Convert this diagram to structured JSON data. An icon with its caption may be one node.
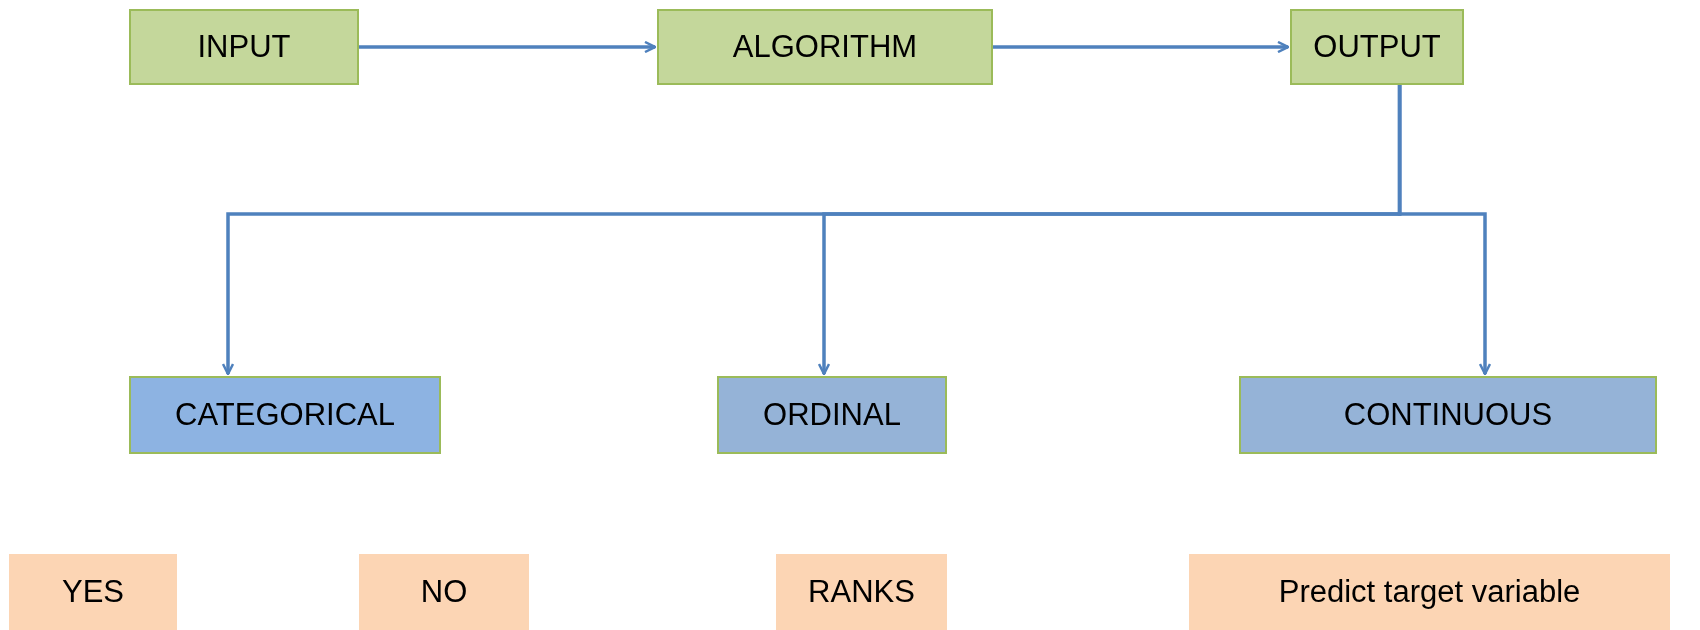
{
  "diagram": {
    "nodes": [
      {
        "text": [
          "INPUT"
        ]
      },
      {
        "text": [
          "ALGORITHM"
        ]
      },
      {
        "text": [
          "OUTPUT"
        ]
      },
      {
        "text": [
          "CATEGORICAL"
        ]
      },
      {
        "text": [
          "ORDINAL"
        ]
      },
      {
        "text": [
          "CONTINUOUS"
        ]
      },
      {
        "text": [
          "YES"
        ]
      },
      {
        "text": [
          "NO"
        ]
      },
      {
        "text": [
          "RANKS"
        ]
      },
      {
        "text": [
          "Predict target variable"
        ]
      }
    ],
    "edges": [
      {
        "from": 0,
        "to": 1,
        "arrow": "to"
      },
      {
        "from": 1,
        "to": 2,
        "arrow": "to"
      },
      {
        "from": 2,
        "to": 3,
        "arrow": "to"
      },
      {
        "from": 2,
        "to": 4,
        "arrow": "to"
      },
      {
        "from": 2,
        "to": 5,
        "arrow": "to"
      }
    ]
  }
}
